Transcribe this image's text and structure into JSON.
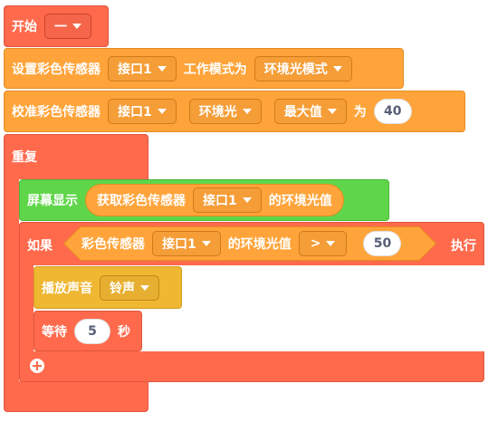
{
  "start": {
    "label": "开始",
    "value": "一"
  },
  "set_sensor": {
    "label": "设置彩色传感器",
    "port": "接口1",
    "mode_label": "工作模式为",
    "mode": "环境光模式"
  },
  "calibrate": {
    "label": "校准彩色传感器",
    "port": "接口1",
    "type": "环境光",
    "extreme": "最大值",
    "to_label": "为",
    "value": "40"
  },
  "repeat": {
    "label": "重复"
  },
  "display": {
    "label": "屏幕显示",
    "reporter_label": "获取彩色传感器",
    "port": "接口1",
    "suffix": "的环境光值"
  },
  "if_block": {
    "label": "如果",
    "sensor_label": "彩色传感器",
    "port": "接口1",
    "suffix": "的环境光值",
    "op": ">",
    "value": "50",
    "then_label": "执行"
  },
  "play_sound": {
    "label": "播放声音",
    "sound": "铃声"
  },
  "wait": {
    "label": "等待",
    "value": "5",
    "unit": "秒"
  },
  "colors": {
    "control": "#ff6a4d",
    "sensor": "#ffa43a",
    "display": "#5fd64a",
    "sound": "#f0b733"
  }
}
